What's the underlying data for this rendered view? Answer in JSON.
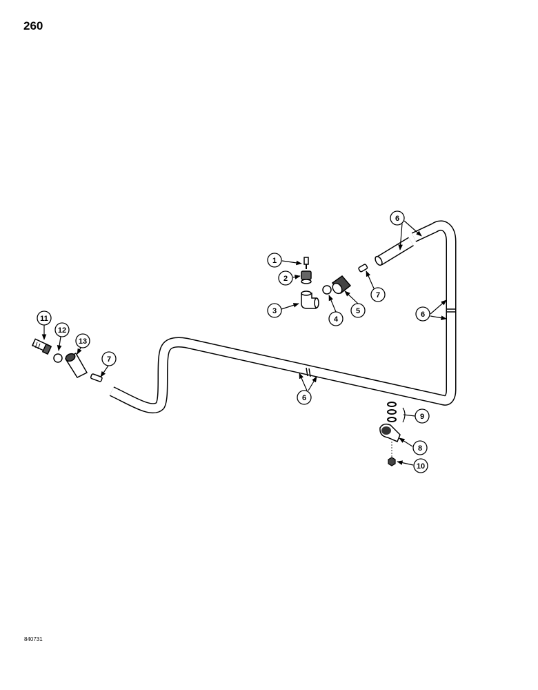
{
  "page_number": "260",
  "reference_code": "840731",
  "callouts": {
    "c1": "1",
    "c2": "2",
    "c3": "3",
    "c4": "4",
    "c5": "5",
    "c6a": "6",
    "c6b": "6",
    "c6c": "6",
    "c7a": "7",
    "c7b": "7",
    "c8": "8",
    "c9": "9",
    "c10": "10",
    "c11": "11",
    "c12": "12",
    "c13": "13"
  }
}
